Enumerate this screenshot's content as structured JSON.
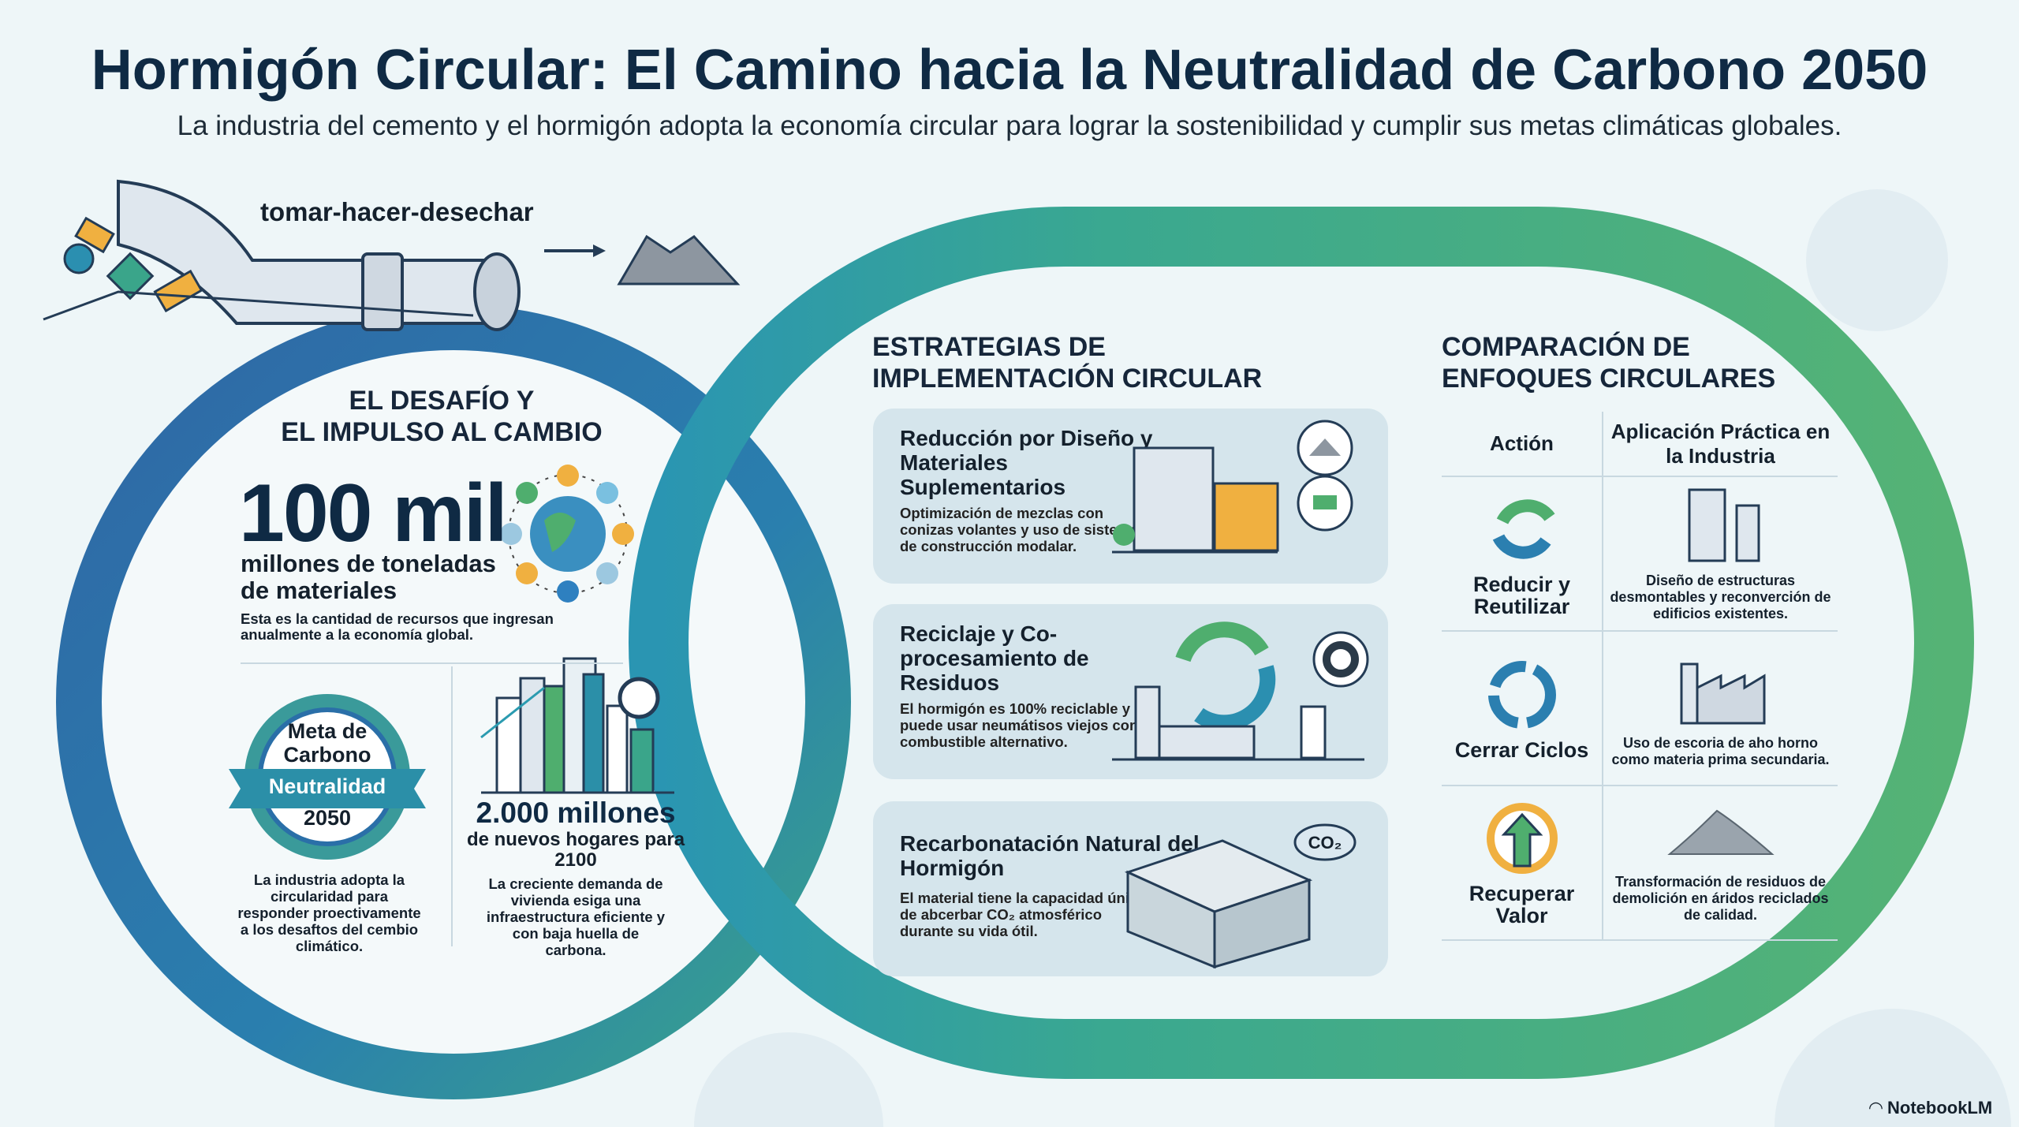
{
  "header": {
    "title": "Hormigón Circular: El Camino hacia la Neutralidad de Carbono 2050",
    "subtitle": "La industria del cemento y el hormigón adopta la economía circular para lograr la sostenibilidad y cumplir sus metas climáticas globales."
  },
  "linear": {
    "label": "tomar-hacer-desechar"
  },
  "challenge": {
    "heading_1": "EL DESAFÍO Y",
    "heading_2": "EL IMPULSO AL CAMBIO",
    "big_number": "100 mil",
    "big_unit_1": "millones de toneladas",
    "big_unit_2": "de materiales",
    "big_desc": "Esta es la cantidad de recursos que ingresan anualmente a la economía global.",
    "badge": {
      "line1": "Meta de",
      "line2": "Carbono",
      "ribbon": "Neutralidad",
      "year": "2050"
    },
    "badge_desc": "La industria adopta la circularidad para responder proectivamente a los desaftos del cembio climático.",
    "homes_number": "2.000 millones",
    "homes_unit": "de nuevos hogares para 2100",
    "homes_desc": "La creciente demanda de vivienda esiga una infraestructura eficiente y con baja huella de carbona."
  },
  "strategies": {
    "heading_1": "ESTRATEGIAS DE",
    "heading_2": "IMPLEMENTACIÓN CIRCULAR",
    "cards": [
      {
        "title": "Reducción por Diseño y Materiales Suplementarios",
        "desc": "Optimización de mezclas con conizas volantes y uso de sistemas de construcción modalar."
      },
      {
        "title": "Reciclaje y Co-procesamiento de Residuos",
        "desc": "El hormigón es 100% reciclable y puede usar neumátisos viejos como combustible alternativo."
      },
      {
        "title": "Recarbonatación Natural del Hormigón",
        "desc": "El material tiene la capacidad única de abcerbar CO₂ atmosférico durante su vida ótil."
      }
    ],
    "co2_label": "CO₂"
  },
  "comparison": {
    "heading_1": "COMPARACIÓN DE",
    "heading_2": "ENFOQUES CIRCULARES",
    "col_action": "Actión",
    "col_app": "Aplicación Práctica en la Industria",
    "rows": [
      {
        "action": "Reducir y Reutilizar",
        "app": "Diseño de estructuras desmontables y reconverción de edificios existentes."
      },
      {
        "action": "Cerrar Ciclos",
        "app": "Uso de escoria de aho horno como materia prima secundaria."
      },
      {
        "action": "Recuperar Valor",
        "app": "Transformación de residuos de demolición en áridos reciclados de calidad."
      }
    ]
  },
  "brand": {
    "name": "NotebookLM"
  },
  "colors": {
    "navy": "#0f2a44",
    "blue": "#2e6fa8",
    "teal": "#2b9bb0",
    "green": "#4fae6e",
    "orange": "#f0b040"
  }
}
